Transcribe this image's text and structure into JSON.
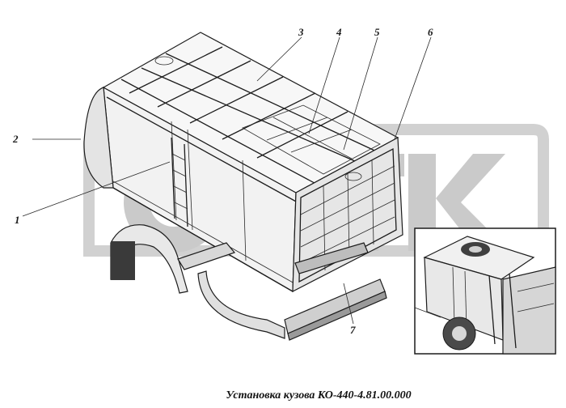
{
  "caption": "Установка кузова КО-440-4.81.00.000",
  "watermark": "ОРТЕК",
  "callouts": [
    "1",
    "2",
    "3",
    "4",
    "5",
    "6",
    "7"
  ],
  "colors": {
    "ink": "#1c1c1c",
    "watermark": "#bdbdbd",
    "body_fill": "#f2f2f2",
    "dark_fill": "#3a3a3a"
  }
}
